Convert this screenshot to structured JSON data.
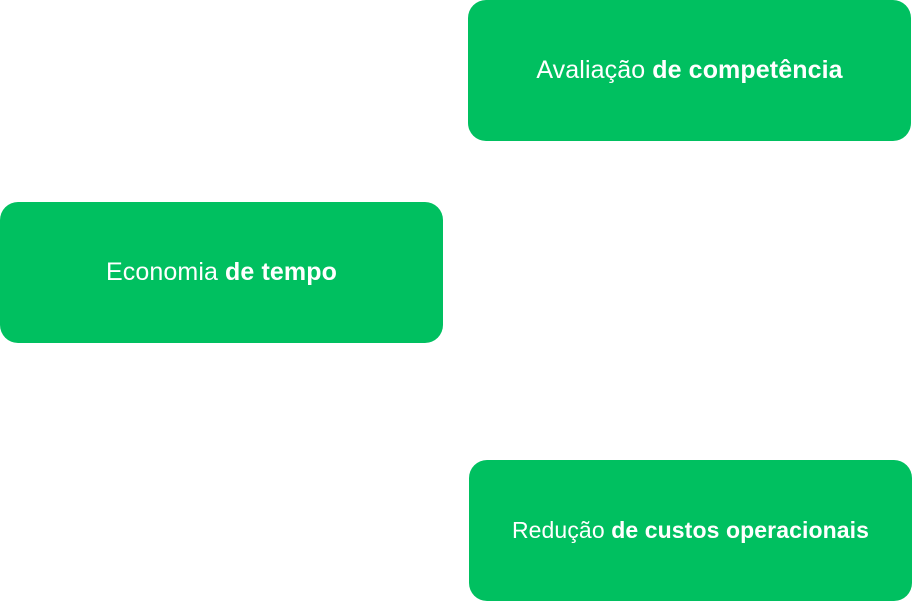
{
  "colors": {
    "card_background": "#00c060",
    "card_text": "#ffffff",
    "page_background": "#ffffff"
  },
  "cards": [
    {
      "regular": "Avaliação",
      "bold": "de competência"
    },
    {
      "regular": "Economia",
      "bold": "de tempo"
    },
    {
      "regular": "Redução",
      "bold": "de custos operacionais"
    }
  ]
}
